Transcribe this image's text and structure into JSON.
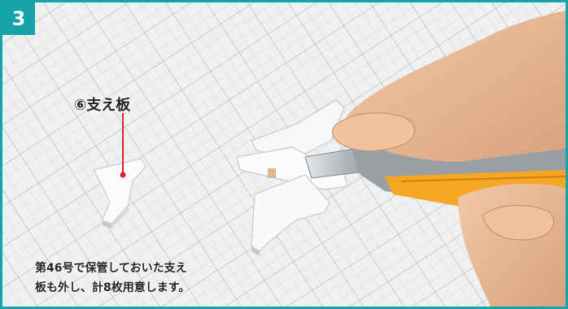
{
  "step": {
    "number": "3"
  },
  "callout": {
    "label": "⑥支え板"
  },
  "caption": {
    "line1": "第46号で保管しておいた支え",
    "line2": "板も外し、計8枚用意します。"
  },
  "colors": {
    "accent": "#13a3a8",
    "pointer": "#d8252c",
    "blade_handle": "#f5a623"
  }
}
